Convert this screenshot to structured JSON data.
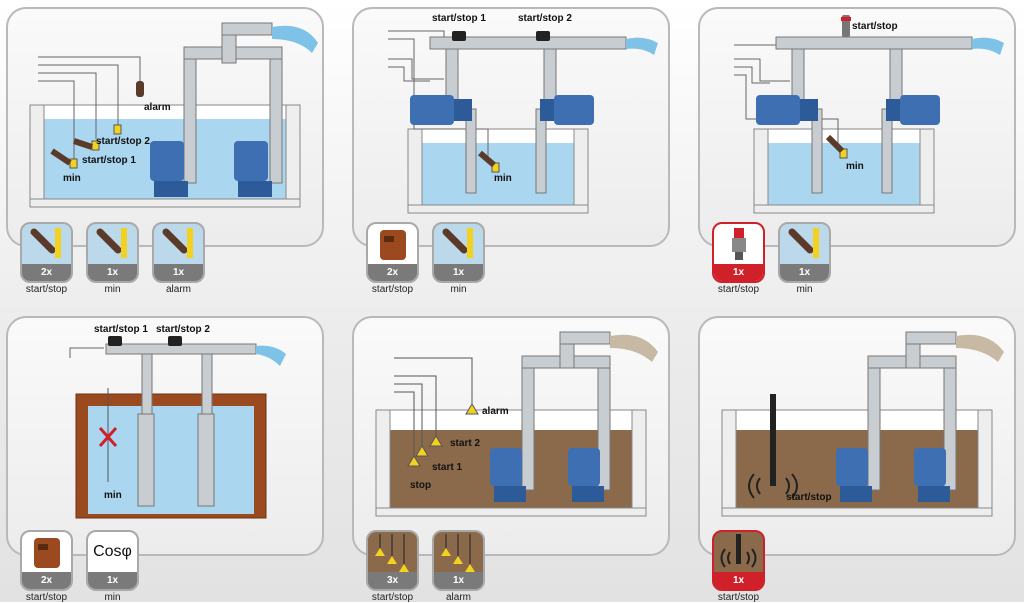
{
  "panels": [
    {
      "labels": {
        "a": "alarm",
        "b": "start/stop 2",
        "c": "start/stop 1",
        "d": "min"
      },
      "icons": [
        {
          "count": "2x",
          "caption": "start/stop",
          "kind": "float"
        },
        {
          "count": "1x",
          "caption": "min",
          "kind": "float"
        },
        {
          "count": "1x",
          "caption": "alarm",
          "kind": "float"
        }
      ]
    },
    {
      "labels": {
        "a": "start/stop 1",
        "b": "start/stop 2",
        "c": "min"
      },
      "icons": [
        {
          "count": "2x",
          "caption": "start/stop",
          "kind": "pressure-switch"
        },
        {
          "count": "1x",
          "caption": "min",
          "kind": "float"
        }
      ]
    },
    {
      "labels": {
        "a": "start/stop",
        "b": "min"
      },
      "icons": [
        {
          "count": "1x",
          "caption": "start/stop",
          "kind": "pressure-transducer"
        },
        {
          "count": "1x",
          "caption": "min",
          "kind": "float"
        }
      ]
    },
    {
      "labels": {
        "a": "start/stop 1",
        "b": "start/stop 2",
        "c": "min"
      },
      "icons": [
        {
          "count": "2x",
          "caption": "start/stop",
          "kind": "pressure-switch"
        },
        {
          "count": "1x",
          "caption": "min",
          "kind": "cos-phi",
          "text": "Cosφ"
        }
      ]
    },
    {
      "labels": {
        "a": "alarm",
        "b": "start 2",
        "c": "start 1",
        "d": "stop"
      },
      "icons": [
        {
          "count": "3x",
          "caption": "start/stop",
          "kind": "drop-float"
        },
        {
          "count": "1x",
          "caption": "alarm",
          "kind": "drop-float"
        }
      ]
    },
    {
      "labels": {
        "a": "start/stop"
      },
      "icons": [
        {
          "count": "1x",
          "caption": "start/stop",
          "kind": "ultrasonic"
        }
      ]
    }
  ],
  "colors": {
    "water": "#aad6ef",
    "sewage": "#8b6a4c",
    "pump": "#3d6fb2",
    "pipe": "#b8bec4",
    "alarm_red": "#d0202a",
    "float_yellow": "#f2d21e"
  }
}
